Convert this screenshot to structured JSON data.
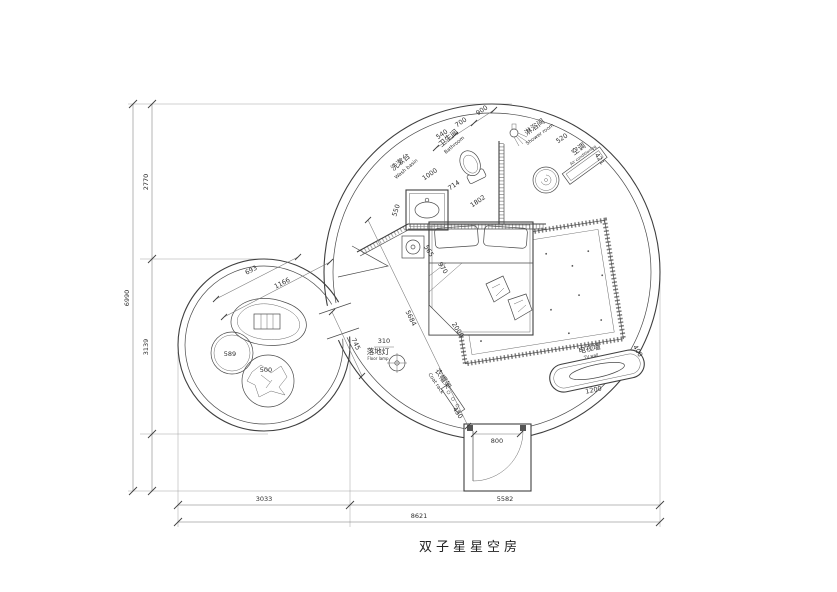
{
  "title": "双子星星空房",
  "labels": {
    "bathroom": {
      "zh": "卫生间",
      "en": "Bathroom"
    },
    "washbasin": {
      "zh": "洗漱台",
      "en": "Wash basin"
    },
    "shower": {
      "zh": "淋浴间",
      "en": "Shower room"
    },
    "ac": {
      "zh": "空调",
      "en": "Air conditioning"
    },
    "floor_lamp": {
      "zh": "落地灯",
      "en": "Floor lamp"
    },
    "coat_rack": {
      "zh": "衣帽架",
      "en": "Coat rack"
    },
    "tv_wall": {
      "zh": "电视墙",
      "en": "TV wall"
    }
  },
  "dimensions": {
    "left_total": "6990",
    "left_upper": "2770",
    "left_lower": "3139",
    "bottom_left": "3033",
    "bottom_right": "5582",
    "bottom_total": "8621",
    "bath_seg_a": "540",
    "bath_seg_b": "700",
    "bath_seg_c": "900",
    "vanity_side": "550",
    "vanity_width": "1000",
    "toilet_zone": "714",
    "bath_depth": "1802",
    "shower_width": "520",
    "ac_depth": "421",
    "bed_offset_a": "565",
    "bed_offset_b": "970",
    "bed_length": "2000",
    "room_diagonal": "5684",
    "lamp_offset": "310",
    "coat_rack_width": "450",
    "tv_width": "1200",
    "tv_offset": "400",
    "door_width": "800",
    "lounge_diag_a": "693",
    "lounge_diag_b": "1166",
    "lounge_neck": "745",
    "stool_dia": "589",
    "beanbag_dia": "500"
  }
}
